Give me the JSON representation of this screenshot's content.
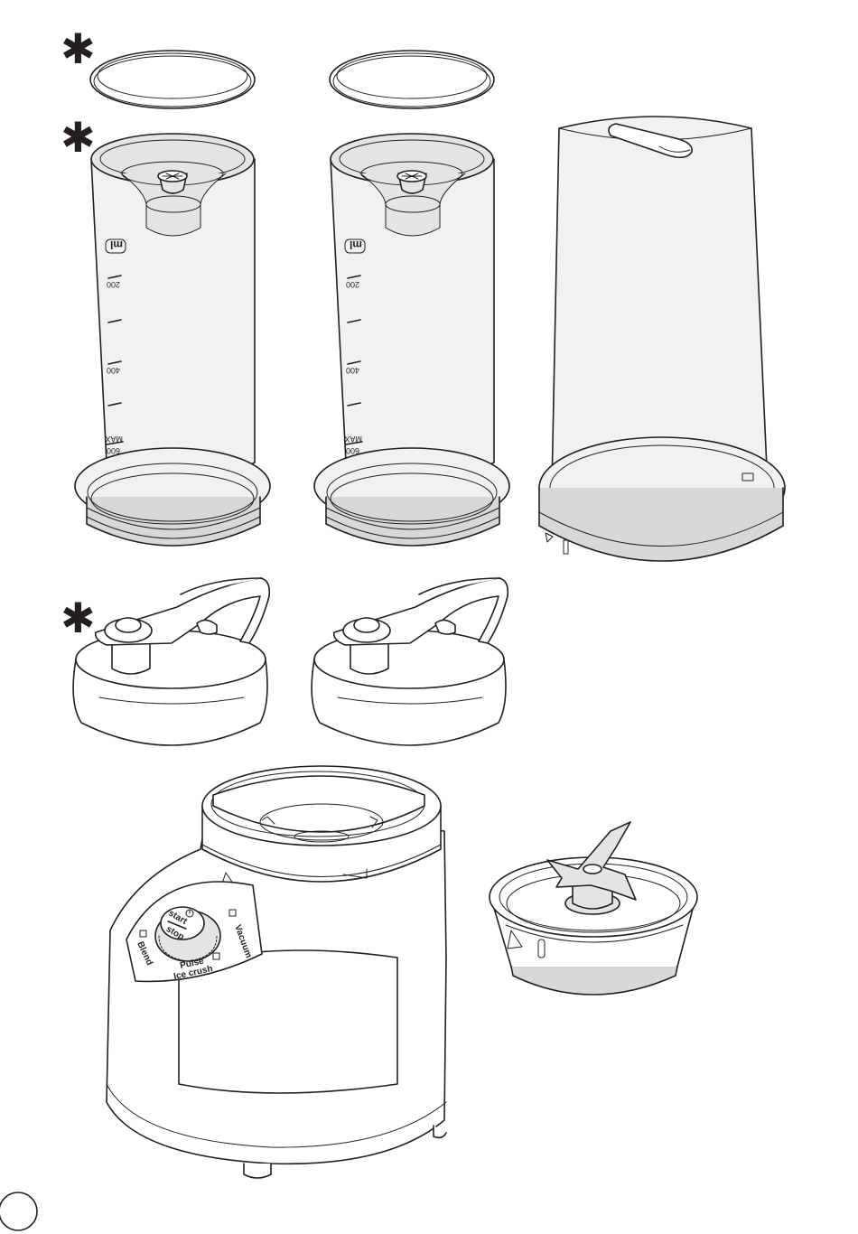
{
  "marker": {
    "symbol": "✱"
  },
  "bottle": {
    "unit": "ml",
    "ticks": [
      "200",
      "400",
      "600"
    ],
    "max_label": "MAX"
  },
  "motor": {
    "knob_label": "start stop",
    "start": "start",
    "stop": "stop",
    "modes": {
      "vacuum": "Vacuum",
      "blend": "Blend",
      "pulse": "Pulse",
      "ice_crush": "Ice crush"
    }
  }
}
